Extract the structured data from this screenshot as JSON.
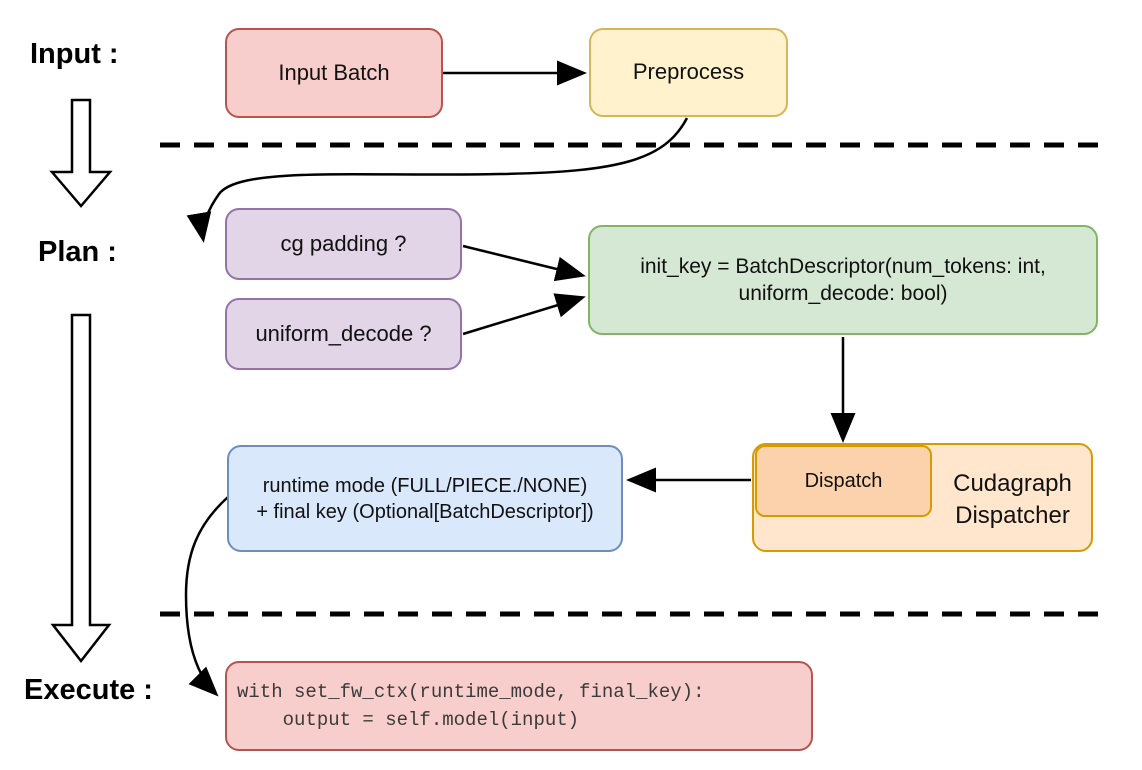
{
  "stage_labels": {
    "input": "Input :",
    "plan": "Plan :",
    "execute": "Execute :"
  },
  "nodes": {
    "input_batch": {
      "label": "Input Batch"
    },
    "preprocess": {
      "label": "Preprocess"
    },
    "cg_padding": {
      "label": "cg padding ?"
    },
    "uniform_decode": {
      "label": "uniform_decode ?"
    },
    "init_key": {
      "line1": "init_key = BatchDescriptor(num_tokens: int,",
      "line2": "uniform_decode: bool)"
    },
    "dispatch": {
      "label": "Dispatch"
    },
    "cudagraph_dispatcher": {
      "line1": "Cudagraph",
      "line2": "Dispatcher"
    },
    "runtime_mode_result": {
      "line1": "runtime mode (FULL/PIECE./NONE)",
      "line2": "+ final key (Optional[BatchDescriptor])"
    },
    "execute_code": {
      "line1": "with set_fw_ctx(runtime_mode, final_key):",
      "line2": "    output = self.model(input)"
    }
  },
  "colors": {
    "red_fill": "#f8cecc",
    "red_stroke": "#b85450",
    "yellow_fill": "#fff2cc",
    "yellow_stroke": "#d6b656",
    "purple_fill": "#e1d5e7",
    "purple_stroke": "#9673a6",
    "green_fill": "#d5e8d4",
    "green_stroke": "#82b366",
    "orange_outer_fill": "#ffe6cc",
    "orange_inner_fill": "#fcd2ad",
    "orange_stroke": "#d79b00",
    "blue_fill": "#dae8fc",
    "blue_stroke": "#6c8ebf",
    "connector": "#000000"
  }
}
